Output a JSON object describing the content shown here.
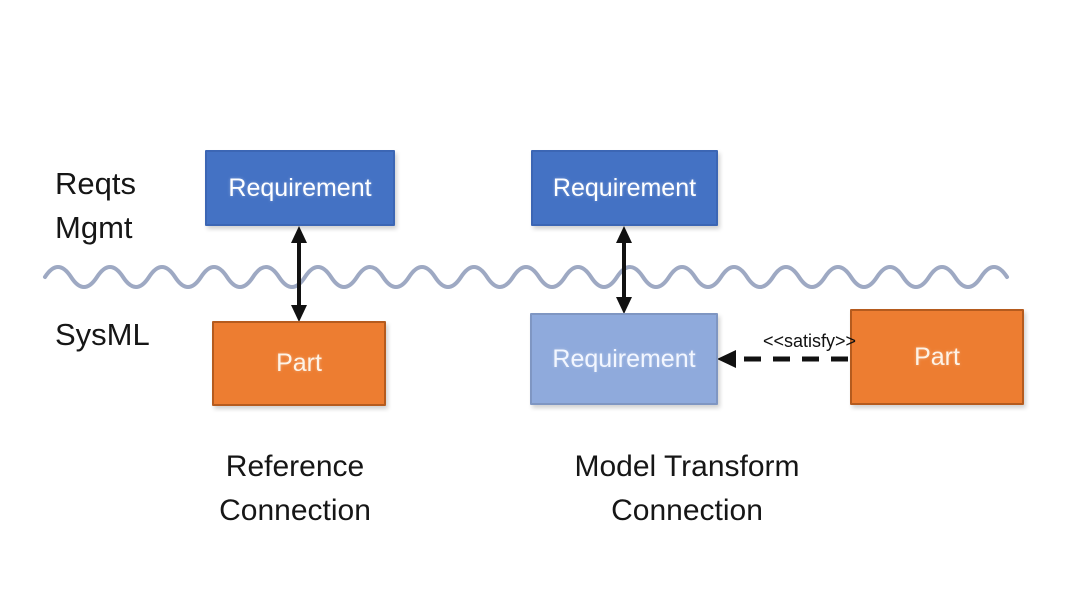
{
  "diagram": {
    "row_labels": {
      "top_line1": "Reqts",
      "top_line2": "Mgmt",
      "bottom": "SysML"
    },
    "nodes": {
      "reqts_requirement_left": "Requirement",
      "reqts_requirement_right": "Requirement",
      "sysml_part_left": "Part",
      "sysml_requirement_middle": "Requirement",
      "sysml_part_right": "Part"
    },
    "edges": {
      "satisfy_stereotype": "<<satisfy>>"
    },
    "captions": {
      "left_line1": "Reference",
      "left_line2": "Connection",
      "right_line1": "Model Transform",
      "right_line2": "Connection"
    },
    "colors": {
      "requirement_blue": "#4472C4",
      "requirement_light_blue": "#8FAADC",
      "part_orange": "#ED7D31",
      "wave_line": "#9EA9C3",
      "arrow_black": "#111111",
      "background": "#FFFFFF"
    }
  }
}
